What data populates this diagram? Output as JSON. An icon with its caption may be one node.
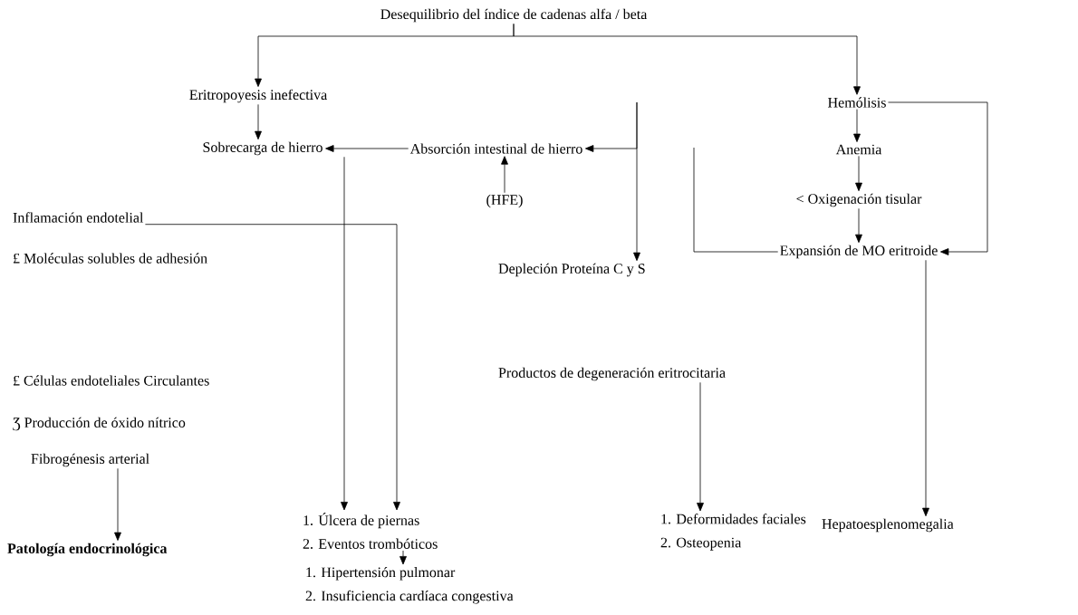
{
  "diagram": {
    "nodes": [
      {
        "text": [
          "Desequilibrio del índice de cadenas alfa / beta"
        ]
      },
      {
        "text": [
          "Eritropoyesis inefectiva"
        ]
      },
      {
        "text": [
          "Sobrecarga de hierro"
        ]
      },
      {
        "text": [
          "Absorción intestinal de hierro"
        ]
      },
      {
        "text": [
          "(HFE)"
        ]
      },
      {
        "text": [
          "Hemólisis"
        ]
      },
      {
        "text": [
          "Anemia"
        ]
      },
      {
        "text": [
          "< Oxigenación tisular"
        ]
      },
      {
        "text": [
          "Expansión de MO eritroide"
        ]
      },
      {
        "text": [
          "Inflamación endotelial"
        ]
      },
      {
        "text": [
          "Depleción Proteína C y S"
        ]
      },
      {
        "text": [
          "Productos de degeneración eritrocitaria"
        ]
      },
      {
        "text": [
          "Fibrogénesis arterial"
        ]
      },
      {
        "text": [
          "Patología endocrinológica"
        ]
      },
      {
        "text": [
          "1.  Úlcera de piernas",
          "2. Eventos trombóticos"
        ]
      },
      {
        "text": [
          "1. Hipertensión pulmonar",
          "2. Insuficiencia cardíaca congestiva"
        ]
      },
      {
        "text": [
          "1. Deformidades faciales",
          "2. Osteopenia"
        ]
      },
      {
        "text": [
          "Hepatoesplenomegalia"
        ]
      }
    ],
    "edges": [
      {
        "from": 0,
        "to": 1,
        "arrow": "to"
      },
      {
        "from": 0,
        "to": 5,
        "arrow": "to"
      },
      {
        "from": 1,
        "to": 2,
        "arrow": "to"
      },
      {
        "from": 3,
        "to": 2,
        "arrow": "to"
      },
      {
        "from": 4,
        "to": 3,
        "arrow": "to"
      },
      {
        "from": null,
        "to": 3,
        "arrow": "to"
      },
      {
        "from": null,
        "to": 10,
        "arrow": "to"
      },
      {
        "from": 5,
        "to": 6,
        "arrow": "to"
      },
      {
        "from": 6,
        "to": 7,
        "arrow": "to"
      },
      {
        "from": 7,
        "to": 8,
        "arrow": "to"
      },
      {
        "from": 5,
        "to": 8,
        "arrow": "to"
      },
      {
        "from": 8,
        "to": null,
        "arrow": "none"
      },
      {
        "from": 2,
        "to": 14,
        "arrow": "to"
      },
      {
        "from": 9,
        "to": 14,
        "arrow": "to"
      },
      {
        "from": 12,
        "to": 13,
        "arrow": "to"
      },
      {
        "from": 14,
        "to": 15,
        "arrow": "to"
      },
      {
        "from": 11,
        "to": 16,
        "arrow": "to"
      },
      {
        "from": 8,
        "to": 17,
        "arrow": "to"
      }
    ],
    "labels": [
      "£ Moléculas solubles de adhesión",
      "£ Células endoteliales Circulantes",
      "Ʒ Producción de óxido nítrico"
    ]
  }
}
